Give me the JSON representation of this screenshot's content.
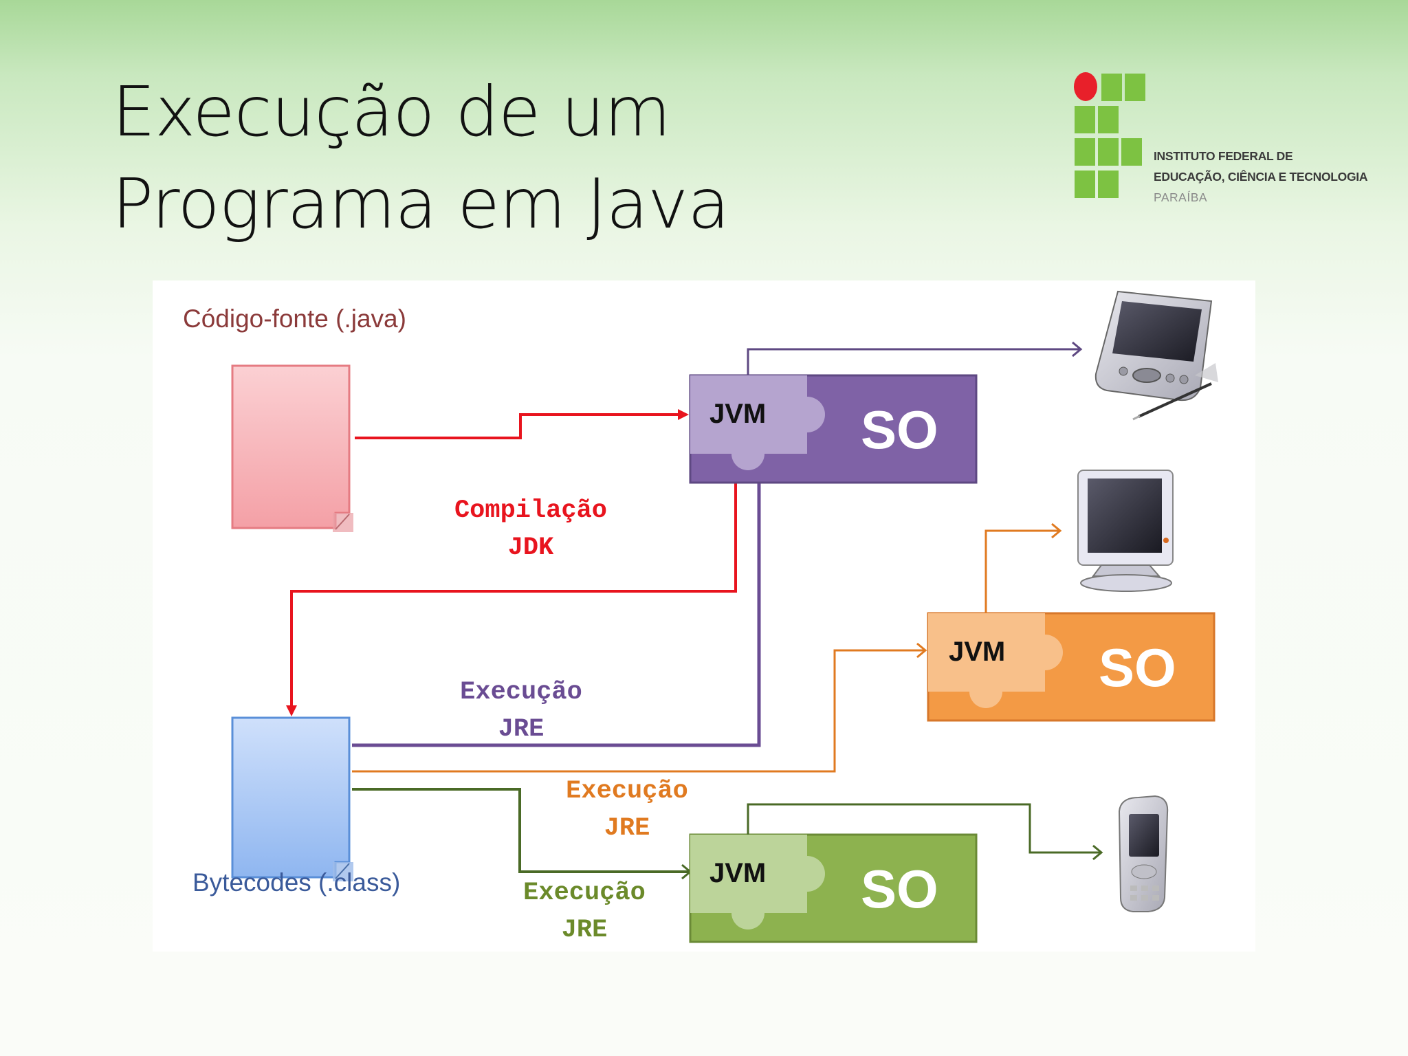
{
  "slide": {
    "title_lines": [
      "Execução de um",
      "Programa em Java"
    ]
  },
  "logo": {
    "line1": "INSTITUTO FEDERAL DE",
    "line2": "EDUCAÇÃO, CIÊNCIA E TECNOLOGIA",
    "line3": "PARAÍBA",
    "colors": {
      "dot": "#e8202a",
      "square": "#7dc242"
    }
  },
  "diagram": {
    "source_label": "Código-fonte (.java)",
    "bytecode_label": "Bytecodes (.class)",
    "compile": {
      "line1": "Compilação",
      "line2": "JDK",
      "color": "#e8141e"
    },
    "exec_purple": {
      "line1": "Execução",
      "line2": "JRE",
      "color": "#6a4c93"
    },
    "exec_orange": {
      "line1": "Execução",
      "line2": "JRE",
      "color": "#e07a20"
    },
    "exec_green": {
      "line1": "Execução",
      "line2": "JRE",
      "color": "#6b8a2a"
    },
    "platforms": [
      {
        "jvm": "JVM",
        "so": "SO",
        "color": "#7f62a6",
        "light": "#b5a4cf",
        "device": "pda-icon"
      },
      {
        "jvm": "JVM",
        "so": "SO",
        "color": "#f39a45",
        "light": "#f8c08a",
        "device": "monitor-icon"
      },
      {
        "jvm": "JVM",
        "so": "SO",
        "color": "#8db24f",
        "light": "#bcd49a",
        "device": "phone-icon"
      }
    ]
  }
}
